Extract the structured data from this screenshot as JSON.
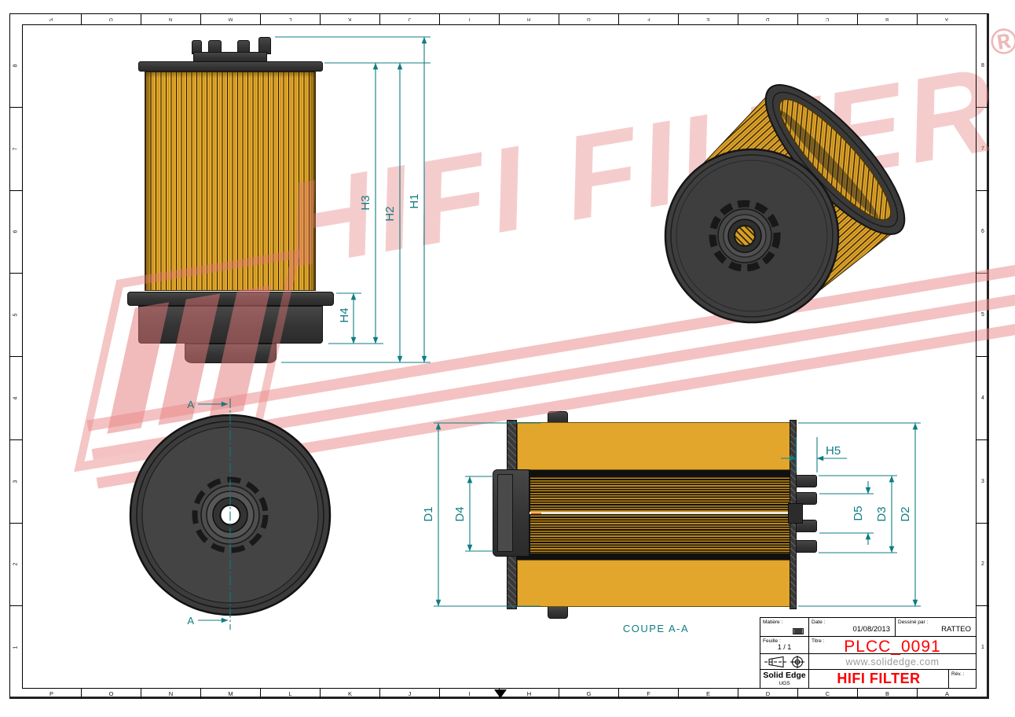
{
  "sheet": {
    "section_caption": "COUPE A-A",
    "section_marker": "A"
  },
  "frame": {
    "column_letters": [
      "P",
      "O",
      "N",
      "M",
      "L",
      "K",
      "J",
      "I",
      "H",
      "G",
      "F",
      "E",
      "D",
      "C",
      "B",
      "A"
    ],
    "row_numbers": [
      "8",
      "7",
      "6",
      "5",
      "4",
      "3",
      "2",
      "1"
    ]
  },
  "dimensions": {
    "h1": "H1",
    "h2": "H2",
    "h3": "H3",
    "h4": "H4",
    "h5": "H5",
    "d1": "D1",
    "d2": "D2",
    "d3": "D3",
    "d4": "D4",
    "d5": "D5"
  },
  "watermark": {
    "brand": "HIFI FILTER",
    "registered_mark": "®"
  },
  "title_block": {
    "material_label": "Matière :",
    "date_label": "Date :",
    "date_value": "01/08/2013",
    "drawn_by_label": "Dessiné par :",
    "drawn_by_value": "RATTEO",
    "sheet_label": "Feuille :",
    "sheet_value": "1 / 1",
    "title_label": "Titre :",
    "title_value": "PLCC_0091",
    "website": "www.solidedge.com",
    "software_name": "Solid Edge",
    "software_vendor": "UGS",
    "company": "HIFI FILTER",
    "revision_label": "Rév. :"
  },
  "colors": {
    "dimension_teal": "#0f7d82",
    "media_yellow": "#e2a62c",
    "part_gray": "#3a3a3a",
    "title_red": "#ff0000",
    "watermark_pink": "#e87a7a"
  }
}
